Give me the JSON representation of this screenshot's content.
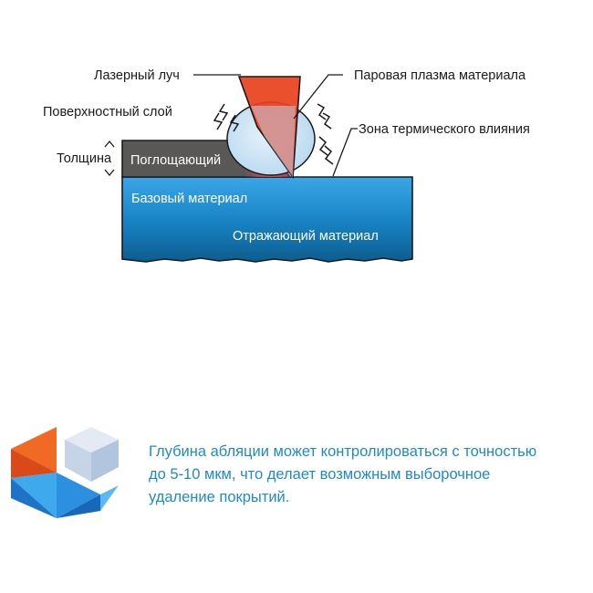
{
  "diagram": {
    "labels": {
      "laser_beam": "Лазерный луч",
      "vapor_plasma": "Паровая плазма материала",
      "surface_layer": "Поверхностный слой",
      "heat_affected_zone": "Зона термического влияния",
      "thickness": "Толщина",
      "absorbing": "Поглощающий",
      "base_material": "Базовый материал",
      "reflecting_material": "Отражающий материал"
    },
    "colors": {
      "laser": "#e8401c",
      "absorbing_layer": "#5a5757",
      "base_top": "#3aa6e8",
      "base_bottom": "#0d5d8e",
      "plasma": "#cfe6f7"
    }
  },
  "caption": {
    "text": "Глубина абляции может контролироваться с точностью до 5-10 мкм, что делает возможным выборочное удаление покрытий."
  },
  "logo": {
    "icon": "hexagon-cube-logo",
    "colors": [
      "#e8581f",
      "#1e73c8",
      "#3ea9ec",
      "#c9d7ea"
    ]
  }
}
